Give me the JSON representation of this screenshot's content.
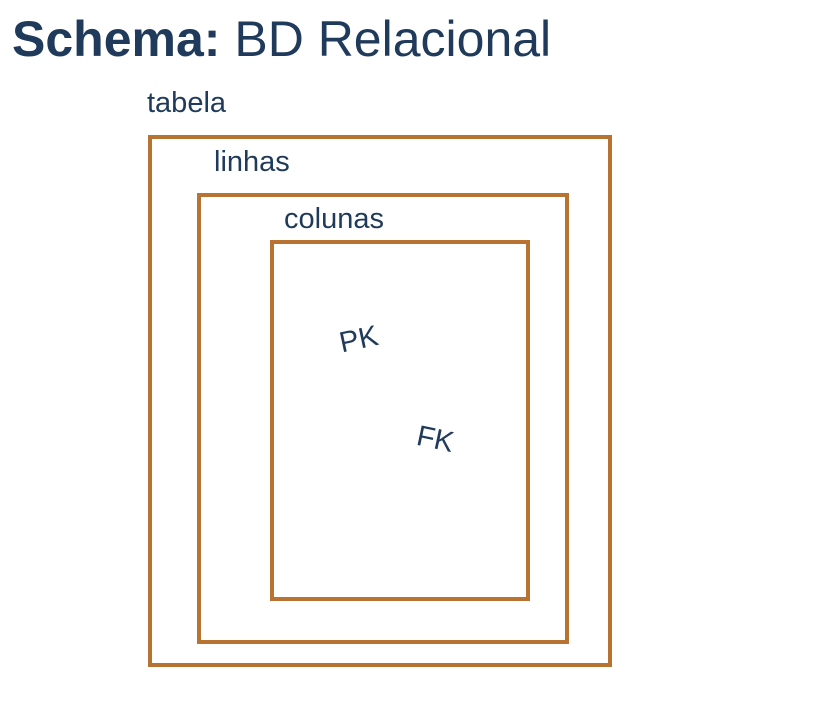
{
  "title": {
    "bold": "Schema:",
    "regular": "BD Relacional"
  },
  "diagram": {
    "outer_label": "tabela",
    "middle_label": "linhas",
    "inner_label": "colunas",
    "tags": [
      "PK",
      "FK"
    ],
    "border_color": "#b87333",
    "text_color": "#1f3a5a"
  }
}
